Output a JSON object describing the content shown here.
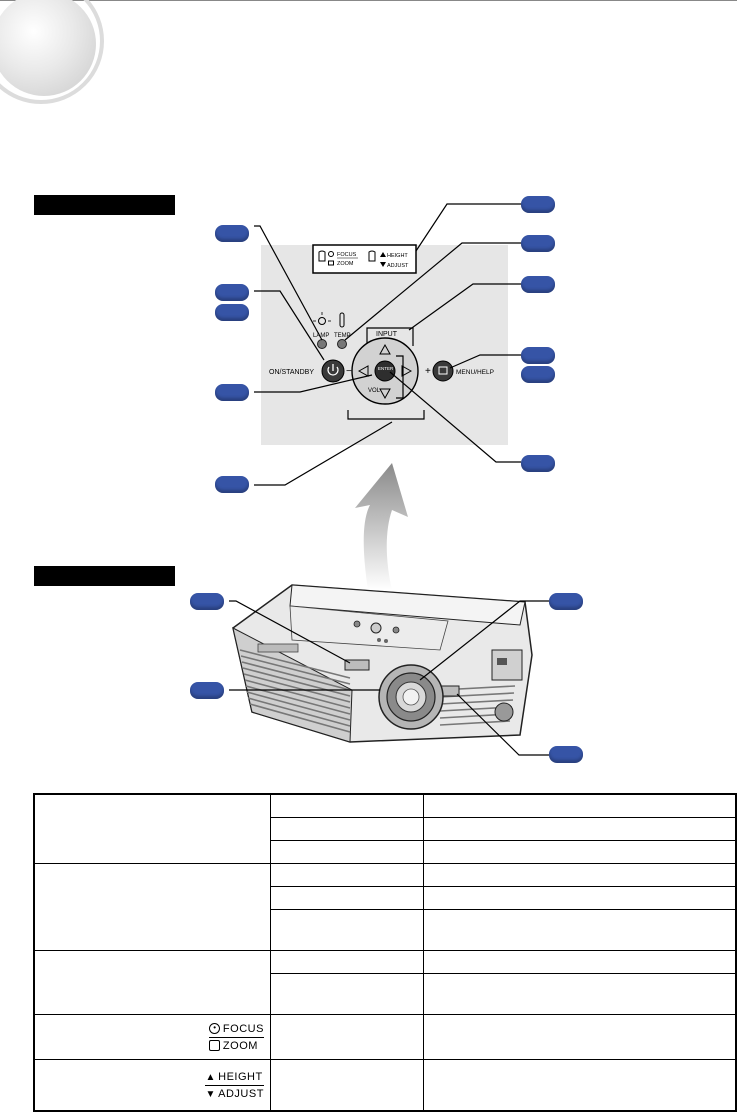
{
  "panel": {
    "labels": {
      "lamp": "LAMP",
      "temp": "TEMP",
      "on_standby": "ON/STANDBY",
      "input": "INPUT",
      "menu_help": "MENU/HELP",
      "enter": "ENTER",
      "vol": "VOL",
      "minus": "−",
      "plus": "+",
      "focus": "FOCUS",
      "zoom": "ZOOM",
      "height": "HEIGHT",
      "adjust": "ADJUST"
    }
  },
  "table": {
    "focus_label": "FOCUS",
    "zoom_label": "ZOOM",
    "height_label": "HEIGHT",
    "adjust_label": "ADJUST"
  },
  "colors": {
    "badge": "#3654a6",
    "panel_bg": "#e6e6e6",
    "section_label_bg": "#000000"
  }
}
